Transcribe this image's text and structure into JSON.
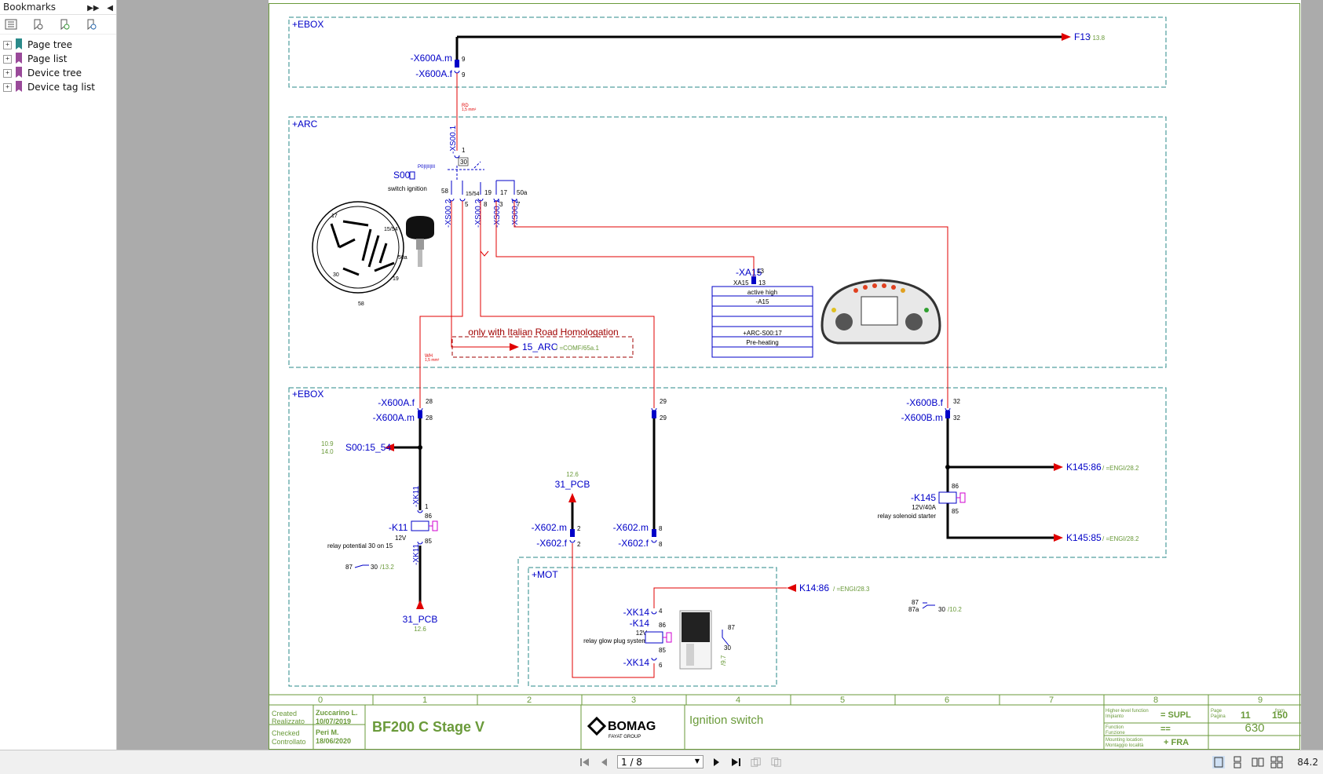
{
  "sidebar": {
    "title": "Bookmarks",
    "items": [
      {
        "label": "Page tree"
      },
      {
        "label": "Page list"
      },
      {
        "label": "Device tree"
      },
      {
        "label": "Device tag list"
      }
    ]
  },
  "nav": {
    "page_indicator": "1 / 8",
    "zoom": "84.2"
  },
  "schematic": {
    "zones": {
      "ebox_top": "+EBOX",
      "arc": "+ARC",
      "ebox_bottom": "+EBOX",
      "mot": "+MOT"
    },
    "labels": {
      "x600a_m_top": "-X600A.m",
      "x600a_f_top": "-X600A.f",
      "pin_9a": "9",
      "pin_9b": "9",
      "f13": "F13",
      "f13_ref": "/ 13.8",
      "wire_rd": "RD",
      "wire_rd_size": "1,5 mm²",
      "xs00_1_top": "-XS00.1",
      "pin_1": "1",
      "pin_30": "30",
      "s00": "S00",
      "switch_ignition": "switch ignition",
      "pos_text": "P0|I|II|III",
      "pin_58": "58",
      "pin_1554": "15/54",
      "pin_19": "19",
      "pin_17": "17",
      "pin_50a": "50a",
      "pin_5": "5",
      "pin_8": "8",
      "pin_3": "3",
      "pin_7": "7",
      "xs00_2_a": "-XS00.2",
      "xs00_2_b": "-XS00.2",
      "xs00_1_b": "-XS00.1",
      "xs00_2_c": "-XS00.2",
      "dial_17": "17",
      "dial_1554": "15/54",
      "dial_50a": "50a",
      "dial_30": "30",
      "dial_19": "19",
      "dial_58": "58",
      "xa15": "-XA15",
      "xa15_pin": "13",
      "xa15_small": "XA15",
      "xa15_pin2": "13",
      "active_high": "active high",
      "a15": "-A15",
      "arc_s00_17": "+ARC-S00:17",
      "pre_heating": "Pre-heating",
      "italian": "only with Italian Road Homologation",
      "arc_15": "15_ARC",
      "arc_15_ref": "/ =COMF/65a.1",
      "wh": "WH",
      "wh_size": "1,5 mm²",
      "x600a_f_b": "-X600A.f",
      "x600a_m_b": "-X600A.m",
      "pin_28a": "28",
      "pin_28b": "28",
      "pin_29a": "29",
      "pin_29b": "29",
      "x600b_f": "-X600B.f",
      "x600b_m": "-X600B.m",
      "pin_32a": "32",
      "pin_32b": "32",
      "s00_1554": "S00:15_54",
      "ref_109": "10.9",
      "ref_140": "14.0",
      "xk11_a": "-XK11",
      "xk11_b": "-XK11",
      "pin_k11_1": "1",
      "pin_k11_86": "86",
      "pin_k11_85": "85",
      "k11": "-K11",
      "k11_12v": "12V",
      "k11_desc": "relay potential 30 on 15",
      "k11_contact": "87",
      "k11_contact_30": "30",
      "k11_contact_ref": "/13.2",
      "pcb_bottom": "31_PCB",
      "pcb_bottom_ref": "12.6",
      "pcb_mid_ref": "12.6",
      "pcb_mid": "31_PCB",
      "x602_m_a": "-X602.m",
      "x602_f_a": "-X602.f",
      "pin_x602_2a": "2",
      "pin_x602_2b": "2",
      "x602_m_b": "-X602.m",
      "x602_f_b": "-X602.f",
      "pin_x602_8a": "8",
      "pin_x602_8b": "8",
      "k145_86": "K145:86",
      "k145_86_ref": "/ =ENGI/28.2",
      "k145_85": "K145:85",
      "k145_85_ref": "/ =ENGI/28.2",
      "k145": "-K145",
      "k145_rating": "12V/40A",
      "k145_desc": "relay solenoid starter",
      "k145_pin86": "86",
      "k145_pin85": "85",
      "k14_86": "K14:86",
      "k14_86_ref": "/ =ENGI/28.3",
      "xk14_a": "-XK14",
      "xk14_pin4": "4",
      "k14": "-K14",
      "k14_12v": "12V",
      "k14_desc": "relay glow plug system",
      "k14_pin86": "86",
      "k14_pin85": "85",
      "xk14_b": "-XK14",
      "xk14_pin6": "6",
      "k14_c87": "87",
      "k14_c30": "30",
      "k14_cref": "/9.7",
      "k145_c87": "87",
      "k145_c87a": "87a",
      "k145_c30": "30",
      "k145_cref": "/10.2"
    },
    "grid_numbers": [
      "0",
      "1",
      "2",
      "3",
      "4",
      "5",
      "6",
      "7",
      "8",
      "9"
    ],
    "title_block": {
      "created_label": "Created",
      "created_label2": "Realizzato",
      "created_by": "Zuccarino L.",
      "created_date": "10/07/2019",
      "checked_label": "Checked",
      "checked_label2": "Controllato",
      "checked_by": "Peri M.",
      "checked_date": "18/06/2020",
      "product": "BF200 C Stage V",
      "brand": "BOMAG",
      "brand_sub": "FAYAT GROUP",
      "page_title": "Ignition switch",
      "hl_label": "Higher-level function",
      "hl_label2": "Impianto",
      "hl_value": "= SUPL",
      "fn_label": "Function",
      "fn_label2": "Funzione",
      "fn_value": "==",
      "ml_label": "Mounting location",
      "ml_label2": "Montaggio località",
      "ml_value": "+  FRA",
      "page_label": "Page",
      "page_label2": "Pagina",
      "page_no": "11",
      "from_label": "from",
      "from_value": "150",
      "sheet_no": "630"
    }
  },
  "colors": {
    "blue": "#0000c8",
    "red": "#e00000",
    "green": "#6a9a3a",
    "zone": "#2a8a8a"
  }
}
